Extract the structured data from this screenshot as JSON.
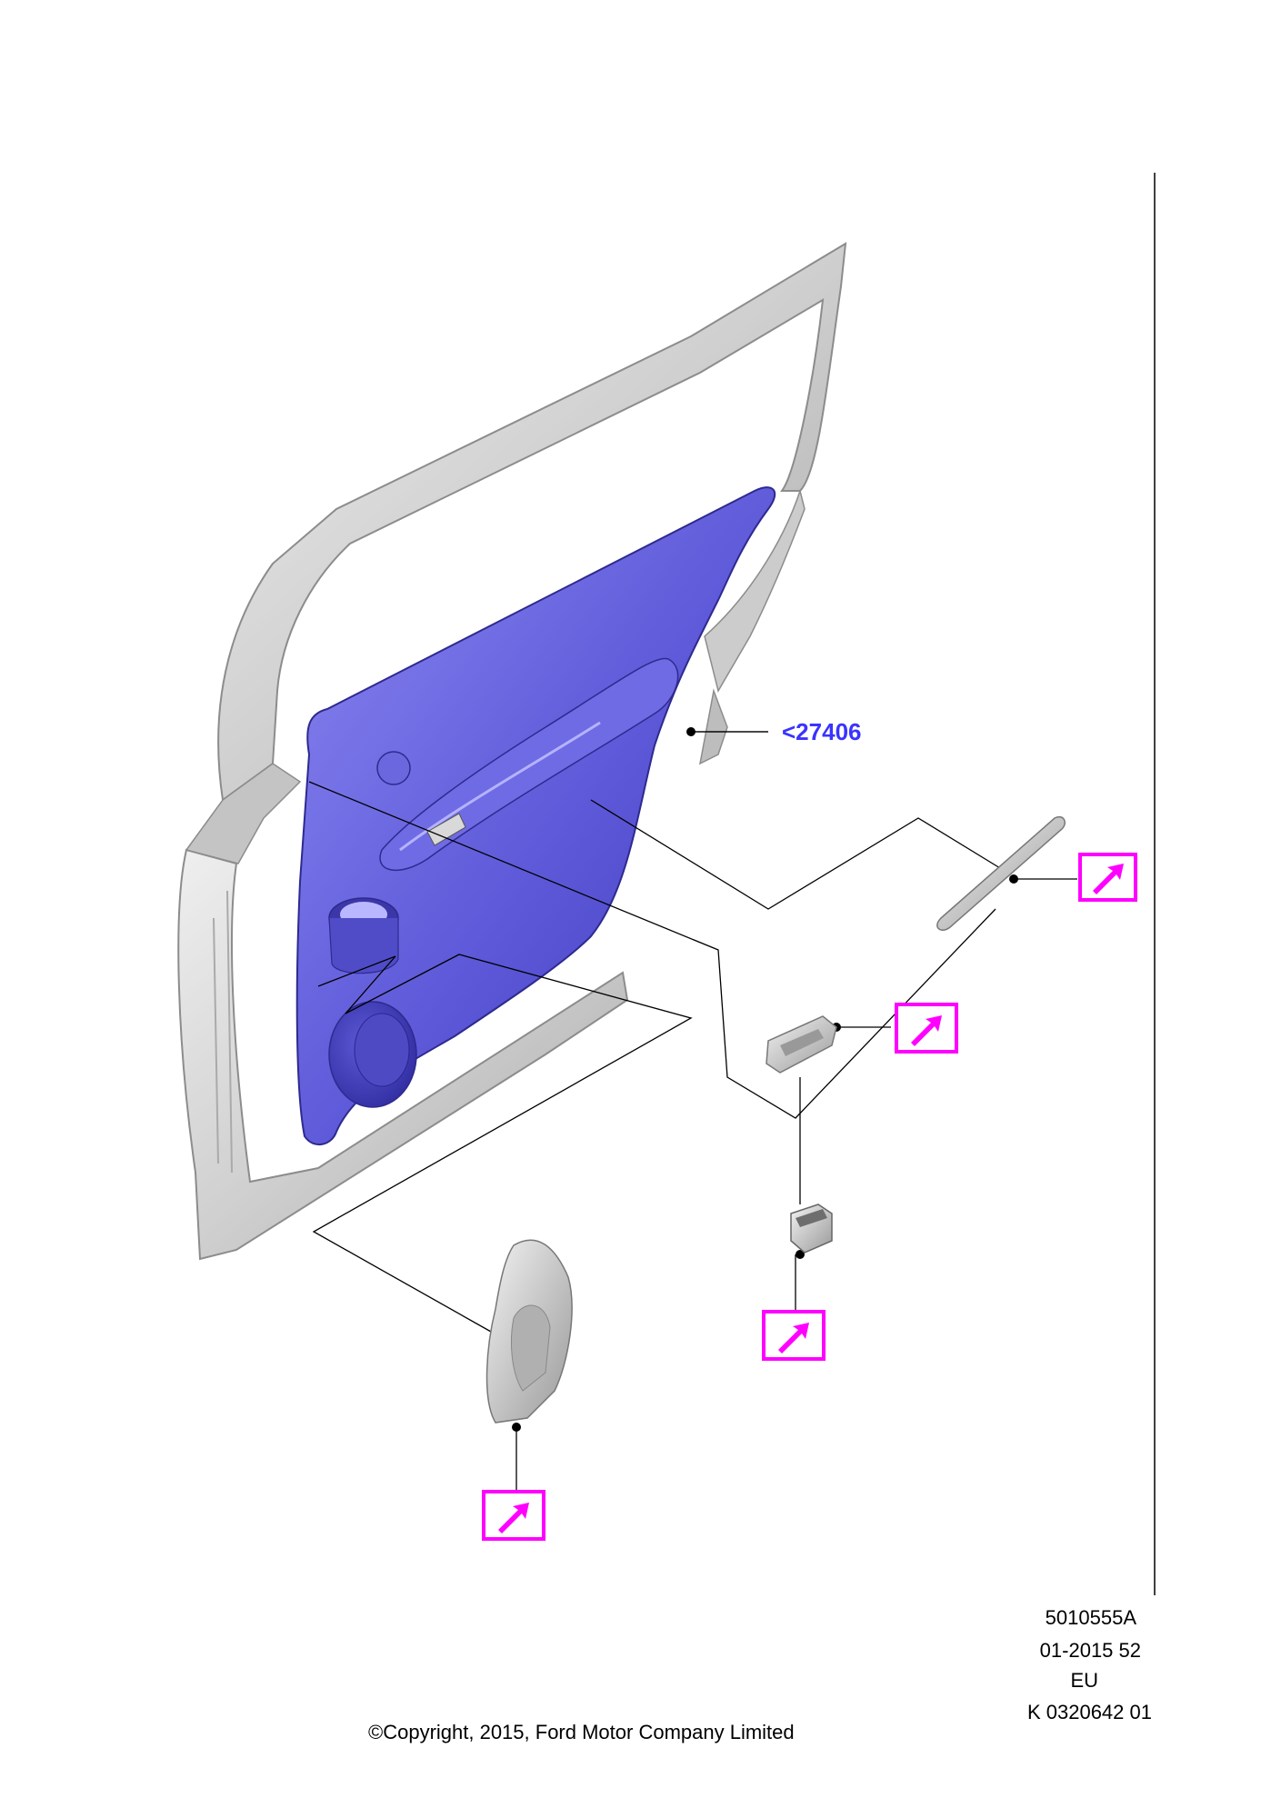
{
  "diagram": {
    "part_callout": "<27406",
    "colors": {
      "highlight": "#5a57d6",
      "callout_text": "#3a33ff",
      "reference_icon": "#ff00ff",
      "frame_gray": "#d2d2d2"
    },
    "reference_icon_name": "external-reference-arrow-icon",
    "reference_icon_count": 4
  },
  "footer": {
    "illustration_code": "5010555A",
    "date_code": "01-2015 52",
    "region": "EU",
    "catalog_number": "K 0320642 01",
    "copyright": "©Copyright, 2015, Ford Motor Company Limited"
  }
}
